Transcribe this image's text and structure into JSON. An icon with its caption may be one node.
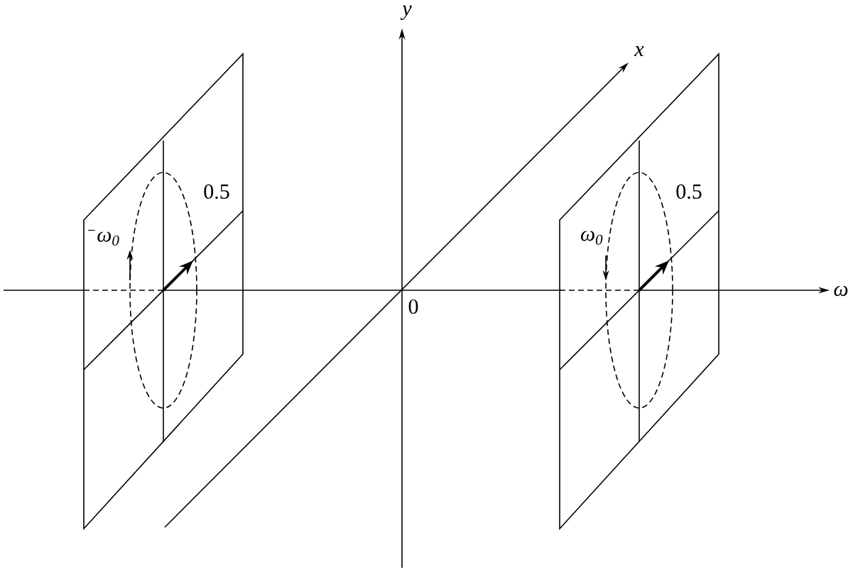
{
  "diagram": {
    "labels": [
      "y",
      "x",
      "0.5",
      "0.5",
      "$^{−}$ω$_{0}$",
      "ω$_{0}$",
      "ω",
      "0"
    ]
  }
}
